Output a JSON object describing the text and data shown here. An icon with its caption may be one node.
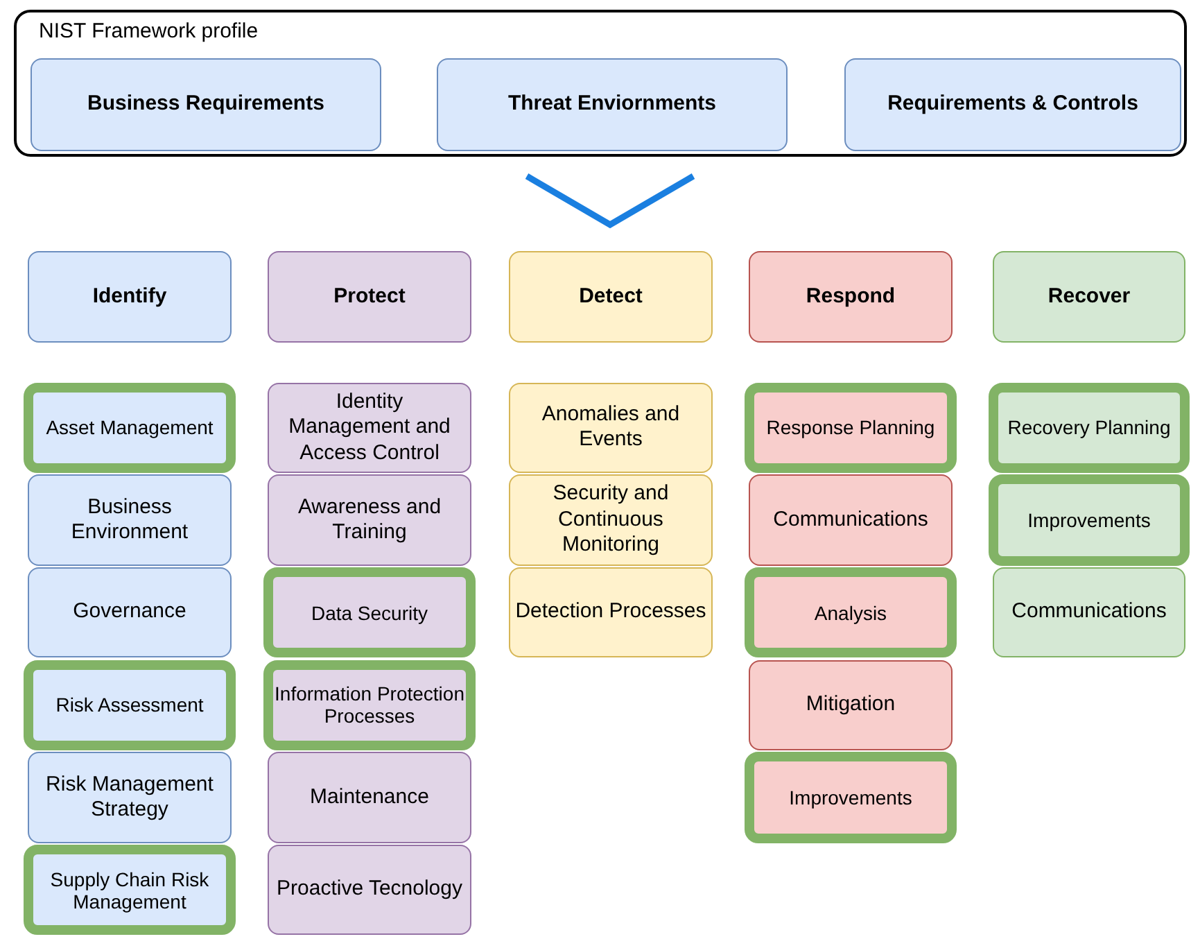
{
  "diagram": {
    "nodes": [
      {
        "text": [
          "NIST Framework profile"
        ]
      },
      {
        "text": [
          "Business Requirements"
        ],
        "in": 0
      },
      {
        "text": [
          "Threat Enviornments"
        ],
        "in": 0
      },
      {
        "text": [
          "Requirements & Controls"
        ],
        "in": 0
      },
      {
        "text": [
          "Identify"
        ]
      },
      {
        "text": [
          "Protect"
        ]
      },
      {
        "text": [
          "Detect"
        ]
      },
      {
        "text": [
          "Respond"
        ]
      },
      {
        "text": [
          "Recover"
        ]
      },
      {
        "text": [
          "Asset Management"
        ]
      },
      {
        "text": [
          "Business Environment"
        ]
      },
      {
        "text": [
          "Governance"
        ]
      },
      {
        "text": [
          "Risk Assessment"
        ]
      },
      {
        "text": [
          "Risk Management Strategy"
        ]
      },
      {
        "text": [
          "Supply Chain Risk Management"
        ]
      },
      {
        "text": [
          "Identity Management and Access Control"
        ]
      },
      {
        "text": [
          "Awareness and Training"
        ]
      },
      {
        "text": [
          "Data Security"
        ]
      },
      {
        "text": [
          "Information Protection Processes"
        ]
      },
      {
        "text": [
          "Maintenance"
        ]
      },
      {
        "text": [
          "Proactive Tecnology"
        ]
      },
      {
        "text": [
          "Anomalies and Events"
        ]
      },
      {
        "text": [
          "Security and Continuous Monitoring"
        ]
      },
      {
        "text": [
          "Detection Processes"
        ]
      },
      {
        "text": [
          "Response Planning"
        ]
      },
      {
        "text": [
          "Communications"
        ]
      },
      {
        "text": [
          "Analysis"
        ]
      },
      {
        "text": [
          "Mitigation"
        ]
      },
      {
        "text": [
          "Improvements"
        ]
      },
      {
        "text": [
          "Recovery Planning"
        ]
      },
      {
        "text": [
          "Improvements"
        ]
      },
      {
        "text": [
          "Communications"
        ]
      }
    ]
  }
}
